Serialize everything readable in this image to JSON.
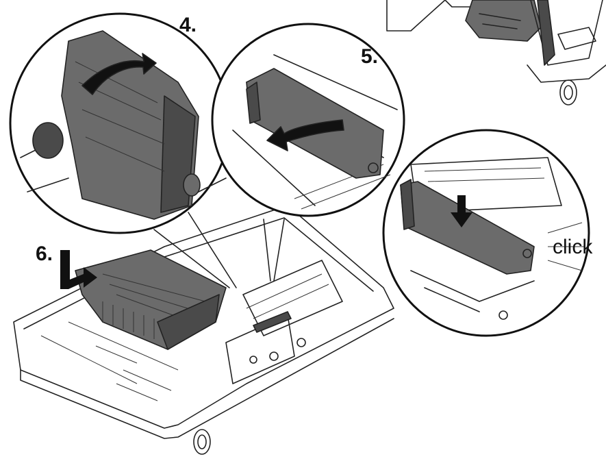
{
  "figure": {
    "steps": [
      {
        "number": "4.",
        "action": "rotate"
      },
      {
        "number": "5.",
        "action": "rotate"
      },
      {
        "number": "6.",
        "action": "insert"
      }
    ],
    "callout_text": "click"
  },
  "colors": {
    "part_fill": "#6b6b6b",
    "part_dark": "#4a4a4a",
    "arrow_fill": "#111111",
    "line": "#222222",
    "background": "#ffffff"
  }
}
